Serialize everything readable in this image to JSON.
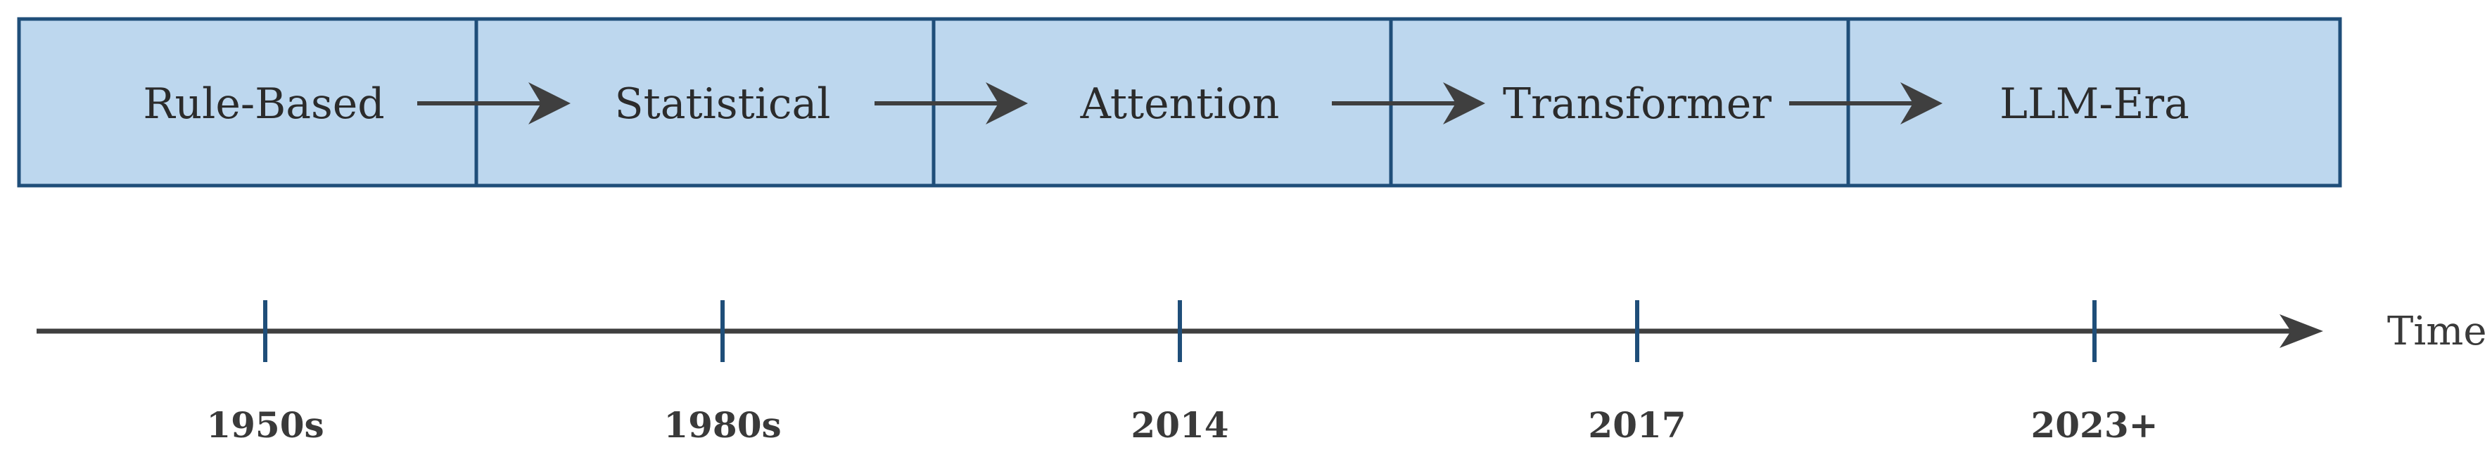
{
  "colors": {
    "stage_fill": "#bdd7ee",
    "stage_border": "#1f4e79",
    "arrow": "#3f3f3f",
    "axis": "#3f3f3f",
    "tick": "#1f4e79",
    "text": "#2b2b2b"
  },
  "stages": [
    {
      "label": "Rule-Based"
    },
    {
      "label": "Statistical"
    },
    {
      "label": "Attention"
    },
    {
      "label": "Transformer"
    },
    {
      "label": "LLM-Era"
    }
  ],
  "timeline": {
    "axis_label": "Time",
    "ticks": [
      "1950s",
      "1980s",
      "2014",
      "2017",
      "2023+"
    ]
  }
}
